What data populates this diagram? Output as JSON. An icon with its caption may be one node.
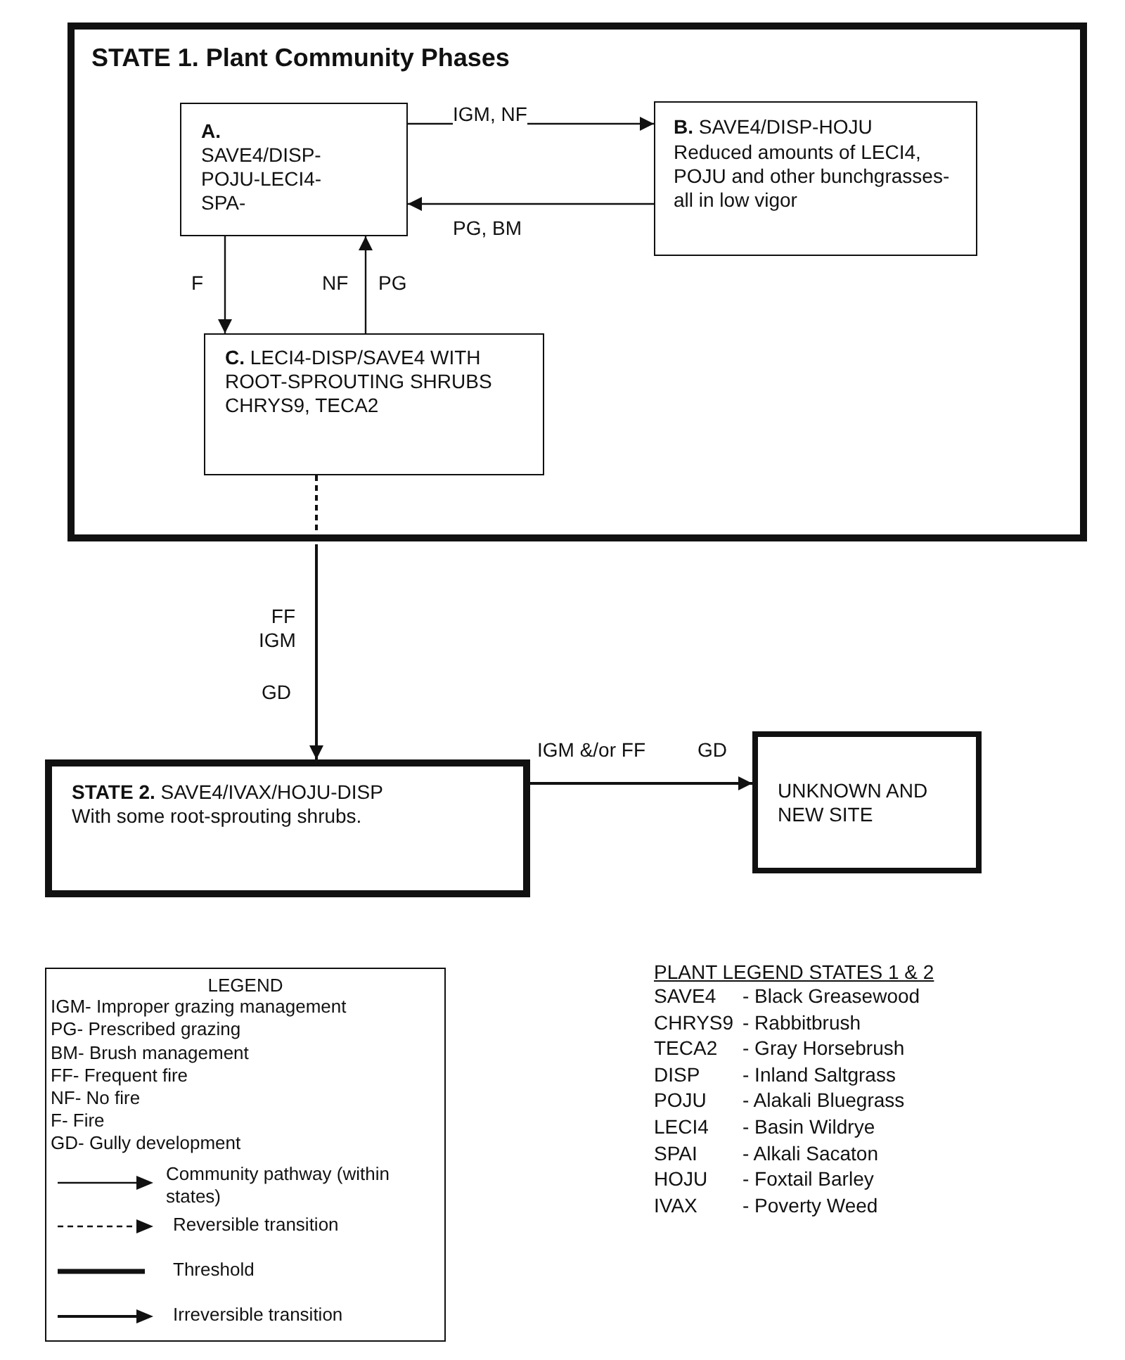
{
  "diagram": {
    "nodes": [
      {
        "text": [
          "STATE 1.  Plant Community Phases"
        ]
      },
      {
        "text": [
          "A.",
          "SAVE4/DISP- POJU-LECI4- SPA-"
        ],
        "in": 0
      },
      {
        "text": [
          "**B.** SAVE4/DISP-HOJU",
          "Reduced amounts of LECI4, POJU and other bunchgrasses-all in low vigor"
        ],
        "in": 0
      },
      {
        "text": [
          "**C.** LECI4-DISP/SAVE4 WITH ROOT-SPROUTING SHRUBS CHRYS9, TECA2"
        ],
        "in": 0
      },
      {
        "text": [
          "**STATE 2.** SAVE4/IVAX/HOJU-DISP",
          "With some root-sprouting shrubs."
        ]
      },
      {
        "text": [
          "UNKNOWN AND NEW SITE"
        ]
      },
      {
        "text": [
          "LEGEND",
          "IGM- Improper grazing management",
          "PG- Prescribed grazing",
          "BM- Brush management",
          "FF- Frequent fire",
          "NF- No fire",
          "F- Fire",
          "GD- Gully development"
        ]
      }
    ],
    "edges": [
      {
        "from": 1,
        "to": 2,
        "arrow": "to",
        "label": "IGM, NF"
      },
      {
        "from": 2,
        "to": 1,
        "arrow": "to",
        "label": "PG, BM"
      },
      {
        "from": 1,
        "to": 3,
        "arrow": "to",
        "label": "F"
      },
      {
        "from": 3,
        "to": 1,
        "arrow": "to",
        "label": "NF"
      },
      {
        "from": 3,
        "to": 4,
        "arrow": "to",
        "label": "FF IGM",
        "style": "dashed"
      },
      {
        "from": 4,
        "to": 5,
        "arrow": "to",
        "label": "IGM &/or FF"
      }
    ],
    "labels": [
      "PG",
      "GD",
      "GD",
      "PLANT LEGEND STATES 1 & 2",
      "SAVE4",
      "-  Black Greasewood",
      "CHRYS9",
      "-  Rabbitbrush",
      "TECA2",
      "-  Gray Horsebrush",
      "DISP",
      "-  Inland Saltgrass",
      "POJU",
      "-  Alakali Bluegrass",
      "LECI4",
      "-  Basin Wildrye",
      "SPAI",
      "-  Alkali Sacaton",
      "HOJU",
      "-  Foxtail Barley",
      "IVAX",
      "-  Poverty Weed"
    ],
    "legend": [
      {
        "text": "Community pathway (within states)"
      },
      {
        "text": "Reversible transition"
      },
      {
        "text": "Threshold"
      },
      {
        "text": "Irreversible transition"
      }
    ]
  }
}
